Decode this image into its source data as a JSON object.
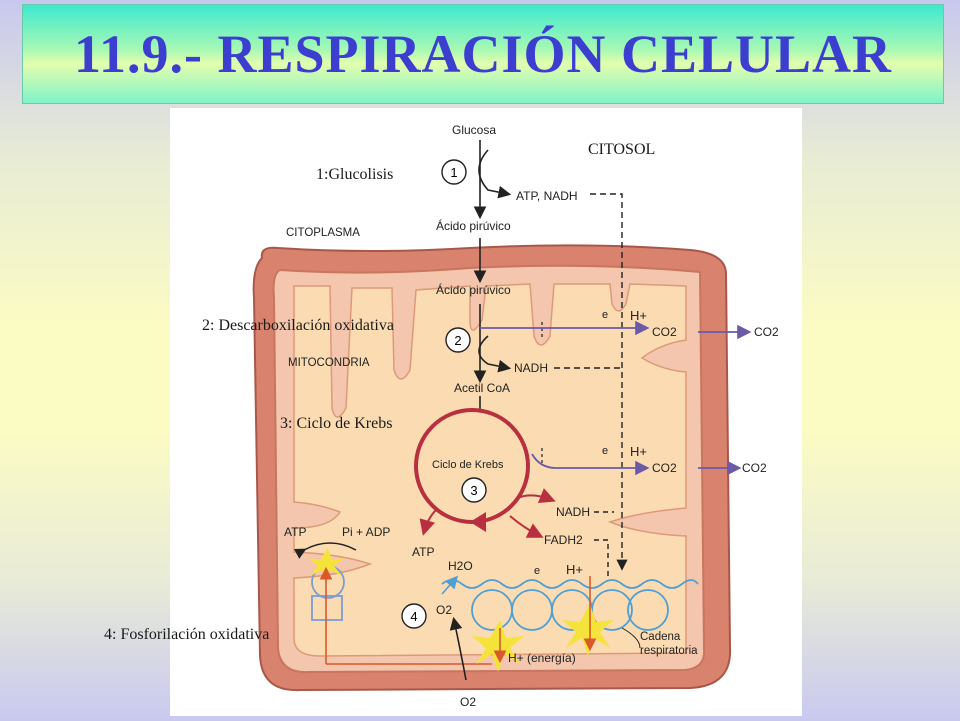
{
  "title": "11.9.- RESPIRACIÓN CELULAR",
  "overlay_labels": {
    "citosol": "CITOSOL",
    "glucolisis": "1:Glucolisis",
    "descarboxilacion": "2: Descarboxilación oxidativa",
    "krebs": "3: Ciclo de Krebs",
    "fosforilacion": "4: Fosforilación oxidativa"
  },
  "diagram": {
    "glucosa": "Glucosa",
    "atp_nadh": "ATP, NADH",
    "acido_piruvico_1": "Ácido pirúvico",
    "citoplasma": "CITOPLASMA",
    "acido_piruvico_2": "Ácido pirúvico",
    "e_minus": "e",
    "h_plus": "H+",
    "co2": "CO2",
    "mitocondria": "MITOCONDRIA",
    "nadh": "NADH",
    "acetil_coa": "Acetil CoA",
    "ciclo_de_krebs": "Ciclo de Krebs",
    "fadh2": "FADH2",
    "atp": "ATP",
    "pi_adp": "Pi + ADP",
    "h2o": "H2O",
    "o2": "O2",
    "h_energia": "H+ (energía)",
    "cadena": "Cadena",
    "respiratoria": "respiratoria",
    "step_1": "1",
    "step_2": "2",
    "step_3": "3",
    "step_4": "4"
  },
  "colors": {
    "title_text": "#3b3ecf",
    "membrane_outer": "#d9826e",
    "membrane_inner": "#f3c6ad",
    "matrix": "#fbdcb2",
    "krebs_circle": "#b83040",
    "co2_arrow": "#6a5aa8",
    "chain_circles": "#4f9fd6",
    "spark": "#f5e23a"
  }
}
